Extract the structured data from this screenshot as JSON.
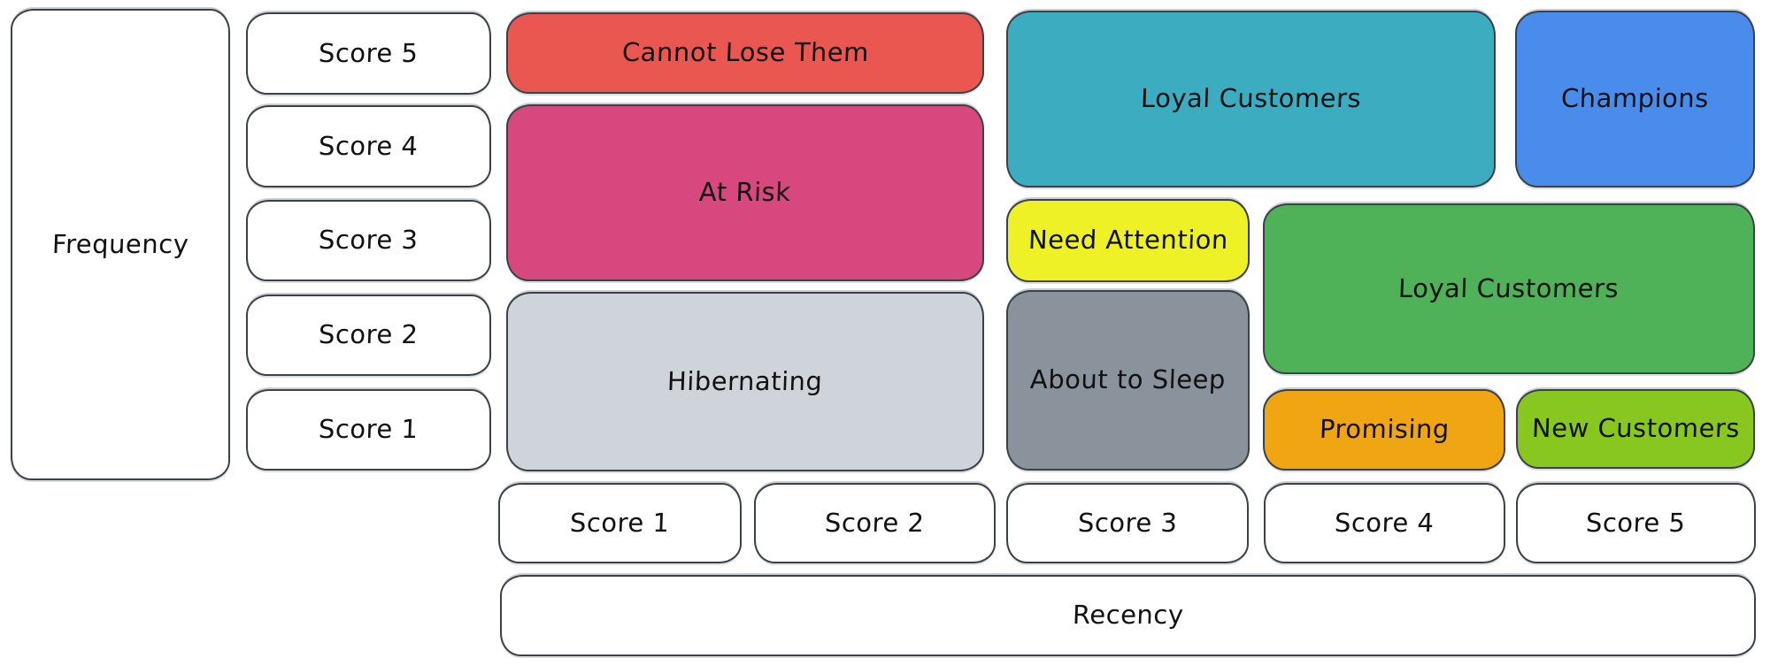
{
  "diagram": {
    "type": "rfm-segmentation-matrix",
    "style_colors": {
      "background": "#ffffff",
      "outline": "#3b4148",
      "text": "#111111",
      "axis_fill": "#ffffff"
    },
    "frequency_axis": {
      "label": "Frequency",
      "scores": [
        {
          "label": "Score 5"
        },
        {
          "label": "Score 4"
        },
        {
          "label": "Score 3"
        },
        {
          "label": "Score 2"
        },
        {
          "label": "Score 1"
        }
      ]
    },
    "recency_axis": {
      "label": "Recency",
      "scores": [
        {
          "label": "Score 1"
        },
        {
          "label": "Score 2"
        },
        {
          "label": "Score 3"
        },
        {
          "label": "Score 4"
        },
        {
          "label": "Score 5"
        }
      ]
    },
    "segments": [
      {
        "label": "Cannot Lose Them",
        "color": "#ea5750",
        "frequency_scores": "5",
        "recency_scores": "1-2"
      },
      {
        "label": "At Risk",
        "color": "#d6487e",
        "frequency_scores": "3-4",
        "recency_scores": "1-2"
      },
      {
        "label": "Hibernating",
        "color": "#ced4da",
        "frequency_scores": "1-2",
        "recency_scores": "1-2"
      },
      {
        "label": "Loyal Customers",
        "color": "#3cacc0",
        "frequency_scores": "4-5",
        "recency_scores": "3-4"
      },
      {
        "label": "Champions",
        "color": "#4a8cec",
        "frequency_scores": "4-5",
        "recency_scores": "5"
      },
      {
        "label": "Need Attention",
        "color": "#eff127",
        "frequency_scores": "3",
        "recency_scores": "3"
      },
      {
        "label": "Loyal Customers",
        "color": "#4fb158",
        "frequency_scores": "2-3",
        "recency_scores": "4-5"
      },
      {
        "label": "About to Sleep",
        "color": "#8a929b",
        "frequency_scores": "1-2",
        "recency_scores": "3"
      },
      {
        "label": "Promising",
        "color": "#f0a513",
        "frequency_scores": "1",
        "recency_scores": "4"
      },
      {
        "label": "New Customers",
        "color": "#87c71f",
        "frequency_scores": "1",
        "recency_scores": "5"
      }
    ]
  }
}
